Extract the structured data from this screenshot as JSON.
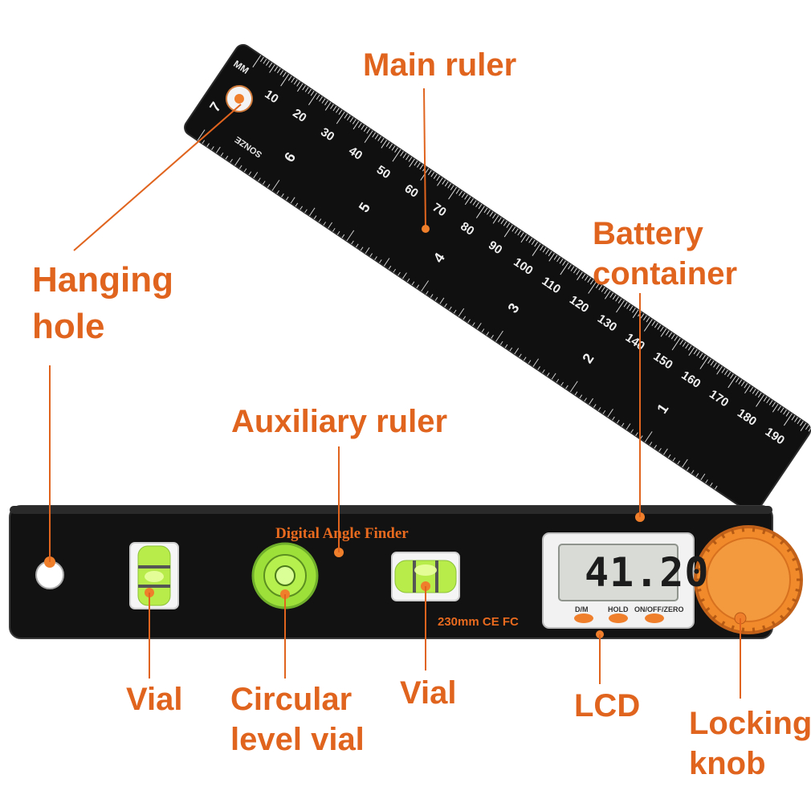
{
  "callouts": {
    "main_ruler": "Main ruler",
    "hanging_hole": "Hanging\nhole",
    "battery_container": "Battery\ncontainer",
    "auxiliary_ruler": "Auxiliary ruler",
    "vial_left": "Vial",
    "circular_level_vial": "Circular\nlevel vial",
    "vial_right": "Vial",
    "lcd": "LCD",
    "locking_knob": "Locking\nknob"
  },
  "device": {
    "brand_text": "Digital Angle Finder",
    "spec_text": "230mm  CE FC",
    "lcd_reading": "41.20",
    "lcd_buttons": [
      "D/M",
      "HOLD",
      "ON/OFF/ZERO"
    ],
    "ruler_unit": "MM",
    "ruler_mark": "SONZE",
    "mm_labels": [
      "10",
      "20",
      "30",
      "40",
      "50",
      "60",
      "70",
      "80",
      "90",
      "100",
      "110",
      "120",
      "130",
      "140",
      "150",
      "160",
      "170",
      "180",
      "190"
    ],
    "inch_labels": [
      "7",
      "6",
      "5",
      "4",
      "3",
      "2",
      "1"
    ]
  },
  "colors": {
    "accent": "#e0641e",
    "body": "#121212",
    "knob": "#f08a2a",
    "vial_liquid": "#a8e63a",
    "lcd_bg": "#d9dcd6"
  }
}
